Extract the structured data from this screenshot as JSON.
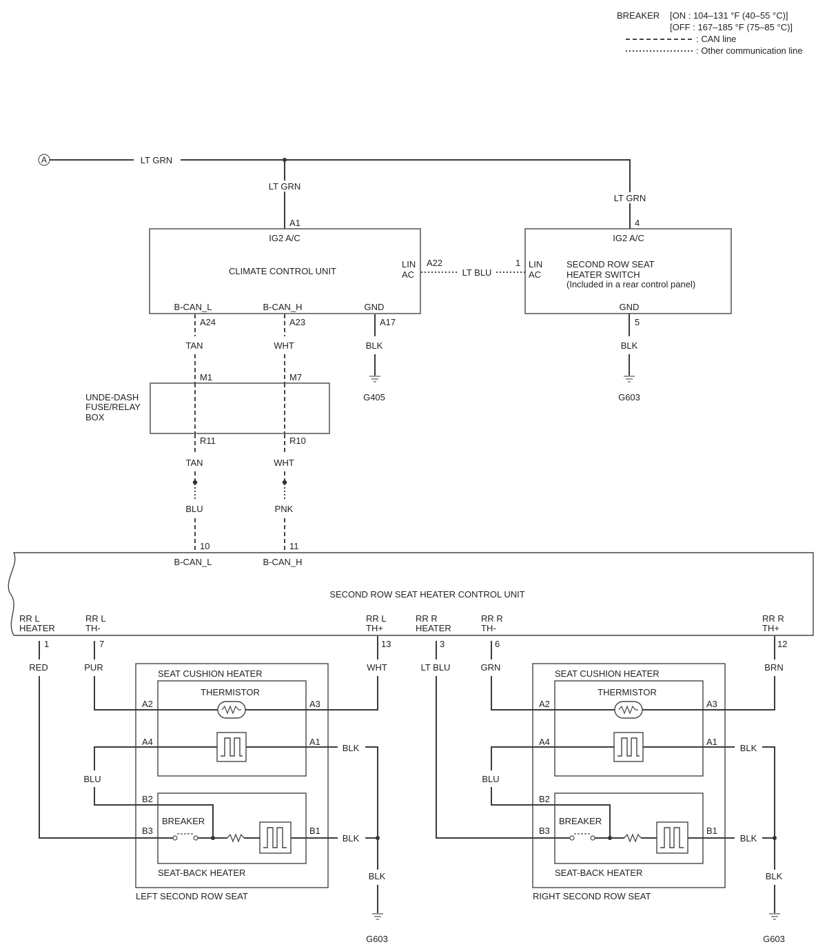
{
  "legend": {
    "breaker_label": "BREAKER",
    "on": "[ON : 104–131 °F (40–55 °C)]",
    "off": "[OFF : 167–185 °F (75–85 °C)]",
    "can_line": ": CAN line",
    "other_line": ": Other communication line"
  },
  "top": {
    "connector": "A",
    "main_wire": "LT GRN",
    "ccu_feed": "LT GRN",
    "switch_feed": "LT GRN"
  },
  "ccu": {
    "name": "CLIMATE CONTROL UNIT",
    "ig2": "IG2 A/C",
    "pin_ig2": "A1",
    "lin_1": "LIN",
    "lin_2": "AC",
    "pin_lin": "A22",
    "bcanl": "B-CAN_L",
    "bcanh": "B-CAN_H",
    "gnd": "GND",
    "pin_bcanl": "A24",
    "pin_bcanh": "A23",
    "pin_gnd": "A17"
  },
  "lin_wire": "LT BLU",
  "switch": {
    "name_1": "SECOND ROW SEAT",
    "name_2": "HEATER SWITCH",
    "name_3": "(Included in a rear control panel)",
    "ig2": "IG2 A/C",
    "pin_ig2": "4",
    "lin_1": "LIN",
    "lin_2": "AC",
    "pin_lin": "1",
    "gnd": "GND",
    "pin_gnd": "5",
    "gnd_wire": "BLK",
    "ground": "G603"
  },
  "ccu_wires": {
    "l": "TAN",
    "h": "WHT",
    "gnd": "BLK",
    "ground": "G405"
  },
  "fusebox": {
    "name_1": "UNDE-DASH",
    "name_2": "FUSE/RELAY",
    "name_3": "BOX",
    "pin_in_l": "M1",
    "pin_in_h": "M7",
    "pin_out_l": "R11",
    "pin_out_h": "R10",
    "out_l": "TAN",
    "out_h": "WHT",
    "spliced_l": "BLU",
    "spliced_h": "PNK"
  },
  "scu": {
    "name": "SECOND ROW SEAT HEATER CONTROL UNIT",
    "pin_l": "10",
    "pin_h": "11",
    "bcanl": "B-CAN_L",
    "bcanh": "B-CAN_H",
    "rrl_heater_1": "RR L",
    "rrl_heater_2": "HEATER",
    "rrl_thm_1": "RR L",
    "rrl_thm_2": "TH-",
    "rrl_thp_1": "RR L",
    "rrl_thp_2": "TH+",
    "rrr_heater_1": "RR R",
    "rrr_heater_2": "HEATER",
    "rrr_thm_1": "RR R",
    "rrr_thm_2": "TH-",
    "rrr_thp_1": "RR R",
    "rrr_thp_2": "TH+",
    "pin_1": "1",
    "pin_7": "7",
    "pin_13": "13",
    "pin_3": "3",
    "pin_6": "6",
    "pin_12": "12"
  },
  "left_wires": {
    "heater": "RED",
    "thm": "PUR",
    "thp": "WHT",
    "jumper": "BLU",
    "blk1": "BLK",
    "blk2": "BLK",
    "blk3": "BLK",
    "ground": "G603"
  },
  "right_wires": {
    "heater": "LT BLU",
    "thm": "GRN",
    "thp": "BRN",
    "jumper": "BLU",
    "blk1": "BLK",
    "blk2": "BLK",
    "blk3": "BLK",
    "ground": "G603"
  },
  "seat_left": {
    "seat": "LEFT SECOND ROW SEAT",
    "cushion": "SEAT CUSHION HEATER",
    "thermistor": "THERMISTOR",
    "back": "SEAT-BACK HEATER",
    "breaker": "BREAKER",
    "a2": "A2",
    "a3": "A3",
    "a4": "A4",
    "a1": "A1",
    "b2": "B2",
    "b3": "B3",
    "b1": "B1"
  },
  "seat_right": {
    "seat": "RIGHT SECOND ROW SEAT",
    "cushion": "SEAT CUSHION HEATER",
    "thermistor": "THERMISTOR",
    "back": "SEAT-BACK HEATER",
    "breaker": "BREAKER",
    "a2": "A2",
    "a3": "A3",
    "a4": "A4",
    "a1": "A1",
    "b2": "B2",
    "b3": "B3",
    "b1": "B1"
  }
}
